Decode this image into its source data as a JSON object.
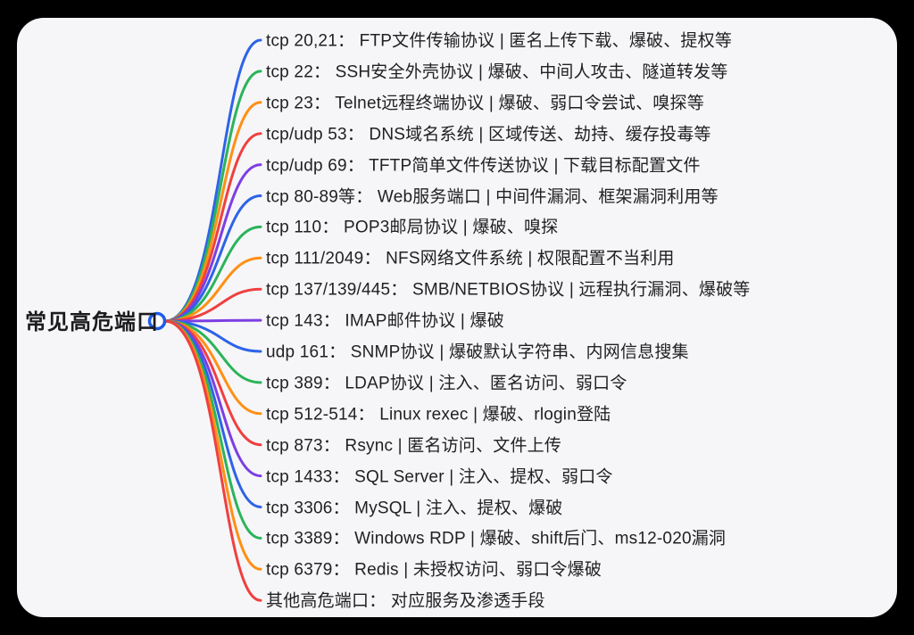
{
  "app": {
    "background_color": "#000000",
    "card_background_color": "#f6f6f8",
    "text_color": "#212123"
  },
  "root": {
    "label": "常见高危端口",
    "node_color": "#1f5ce6"
  },
  "branch_color_cycle": [
    "#2e63e7",
    "#2bb45a",
    "#ff9015",
    "#ef403f",
    "#7d3ee3"
  ],
  "branches": [
    {
      "label": "tcp 20,21： FTP文件传输协议 | 匿名上传下载、爆破、提权等",
      "color": "#2e63e7"
    },
    {
      "label": "tcp 22： SSH安全外壳协议 | 爆破、中间人攻击、隧道转发等",
      "color": "#2bb45a"
    },
    {
      "label": "tcp 23： Telnet远程终端协议 | 爆破、弱口令尝试、嗅探等",
      "color": "#ff9015"
    },
    {
      "label": "tcp/udp 53： DNS域名系统 | 区域传送、劫持、缓存投毒等",
      "color": "#ef403f"
    },
    {
      "label": "tcp/udp 69： TFTP简单文件传送协议 | 下载目标配置文件",
      "color": "#7d3ee3"
    },
    {
      "label": "tcp 80-89等： Web服务端口 | 中间件漏洞、框架漏洞利用等",
      "color": "#2e63e7"
    },
    {
      "label": "tcp 110： POP3邮局协议 | 爆破、嗅探",
      "color": "#2bb45a"
    },
    {
      "label": "tcp 111/2049： NFS网络文件系统 | 权限配置不当利用",
      "color": "#ff9015"
    },
    {
      "label": "tcp 137/139/445： SMB/NETBIOS协议 | 远程执行漏洞、爆破等",
      "color": "#ef403f"
    },
    {
      "label": "tcp 143： IMAP邮件协议 | 爆破",
      "color": "#7d3ee3"
    },
    {
      "label": "udp 161： SNMP协议 | 爆破默认字符串、内网信息搜集",
      "color": "#2e63e7"
    },
    {
      "label": "tcp 389： LDAP协议 | 注入、匿名访问、弱口令",
      "color": "#2bb45a"
    },
    {
      "label": "tcp 512-514： Linux rexec | 爆破、rlogin登陆",
      "color": "#ff9015"
    },
    {
      "label": "tcp 873： Rsync | 匿名访问、文件上传",
      "color": "#ef403f"
    },
    {
      "label": "tcp 1433： SQL Server | 注入、提权、弱口令",
      "color": "#7d3ee3"
    },
    {
      "label": "tcp 3306： MySQL | 注入、提权、爆破",
      "color": "#2e63e7"
    },
    {
      "label": "tcp 3389： Windows RDP | 爆破、shift后门、ms12-020漏洞",
      "color": "#2bb45a"
    },
    {
      "label": "tcp 6379： Redis | 未授权访问、弱口令爆破",
      "color": "#ff9015"
    },
    {
      "label": "其他高危端口： 对应服务及渗透手段",
      "color": "#ef403f"
    }
  ]
}
